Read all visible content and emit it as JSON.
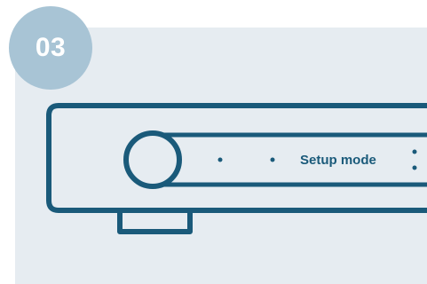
{
  "step": {
    "number": "03"
  },
  "device": {
    "display_text": "Setup mode",
    "indicator_dots": 2
  },
  "colors": {
    "outline": "#1a5a7a",
    "panel": "#e6ecf1",
    "badge": "#a8c4d5"
  }
}
